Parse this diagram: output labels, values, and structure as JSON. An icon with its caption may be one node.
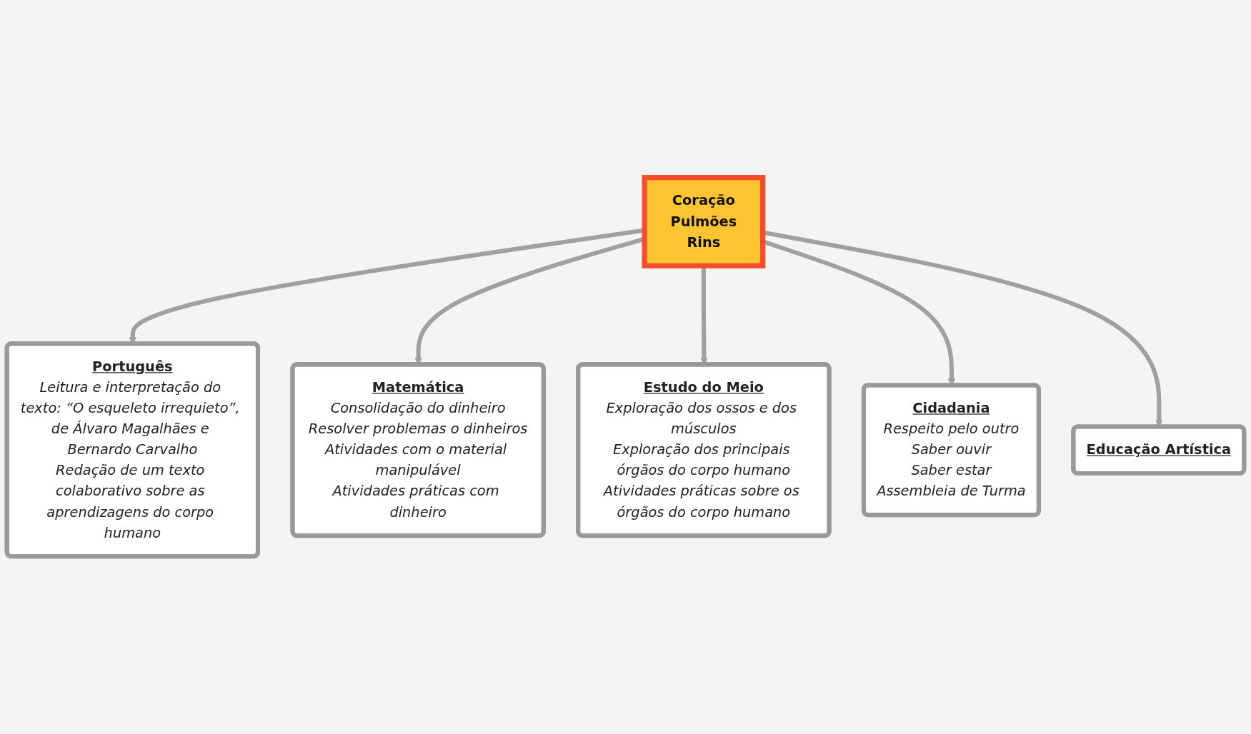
{
  "diagram": {
    "nodes": [
      {
        "text": [
          "Coração",
          "Pulmões",
          "Rins"
        ]
      },
      {
        "text": [
          "Português",
          "Leitura e interpretação do texto: “O esqueleto irrequieto”, de Álvaro Magalhães e Bernardo Carvalho",
          "Redação de um texto colaborativo sobre as aprendizagens do corpo humano"
        ]
      },
      {
        "text": [
          "Matemática",
          "Consolidação do dinheiro",
          "Resolver problemas o dinheiros",
          "Atividades com o material manipulável",
          "Atividades práticas com dinheiro"
        ]
      },
      {
        "text": [
          "Estudo do Meio",
          "Exploração dos ossos e dos músculos",
          "Exploração dos principais órgãos do corpo humano",
          "Atividades práticas sobre os órgãos do corpo humano"
        ]
      },
      {
        "text": [
          "Cidadania",
          "Respeito pelo outro",
          "Saber ouvir",
          "Saber estar",
          "Assembleia de Turma"
        ]
      },
      {
        "text": [
          "Educação Artística"
        ]
      }
    ],
    "edges": [
      {
        "from": 0,
        "to": 1,
        "arrow": "to"
      },
      {
        "from": 0,
        "to": 2,
        "arrow": "to"
      },
      {
        "from": 0,
        "to": 3,
        "arrow": "to"
      },
      {
        "from": 0,
        "to": 4,
        "arrow": "to"
      },
      {
        "from": 0,
        "to": 5,
        "arrow": "to"
      }
    ]
  }
}
